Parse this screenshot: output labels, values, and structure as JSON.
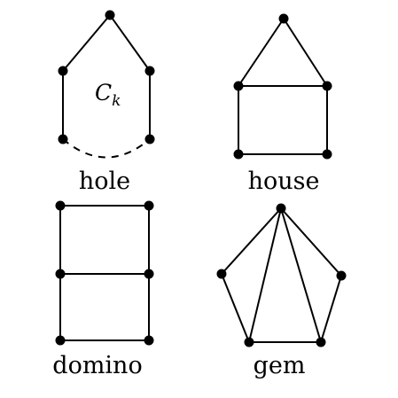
{
  "graphs": {
    "hole": {
      "caption": "hole",
      "inner_label": "C",
      "inner_subscript": "k"
    },
    "house": {
      "caption": "house"
    },
    "domino": {
      "caption": "domino"
    },
    "gem": {
      "caption": "gem"
    }
  }
}
